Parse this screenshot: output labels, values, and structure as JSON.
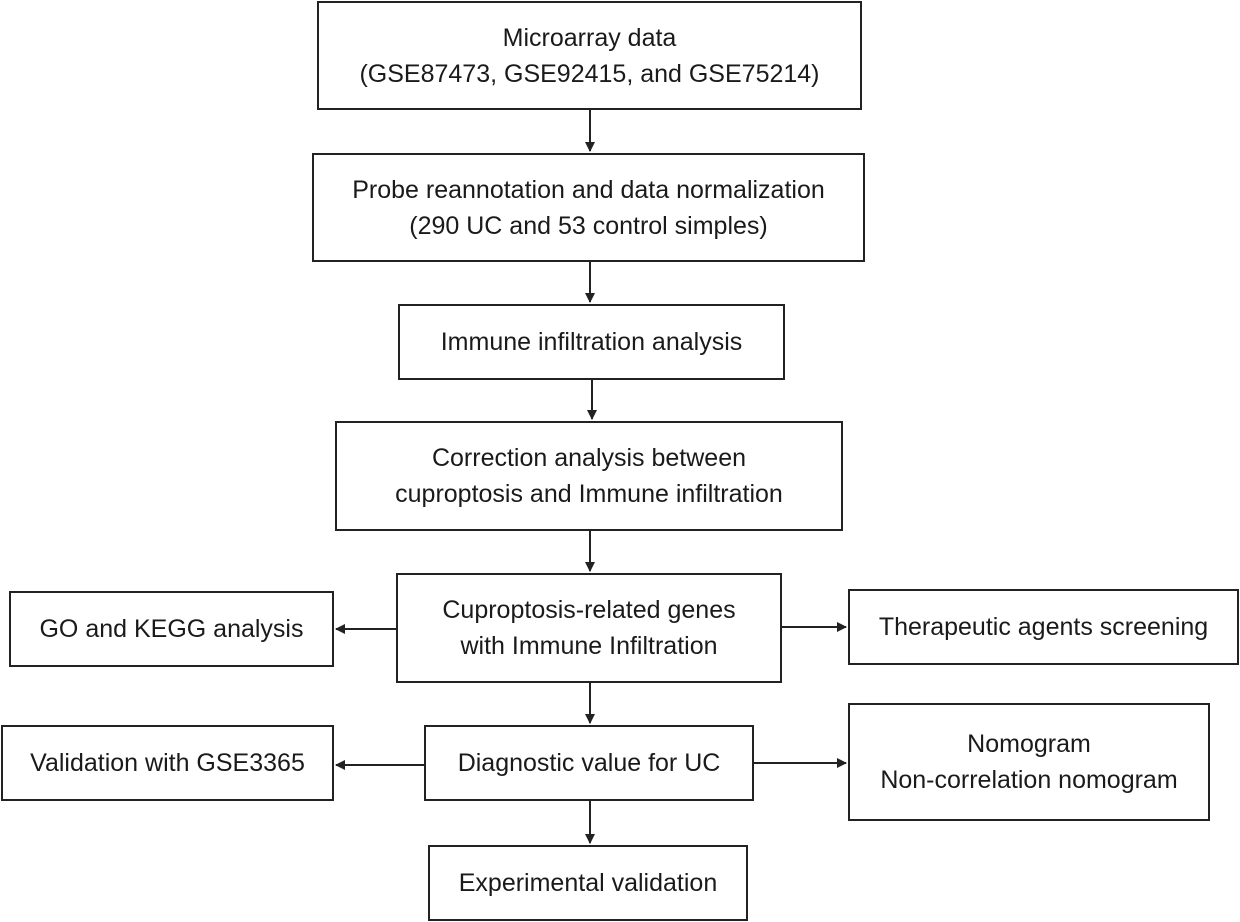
{
  "nodes": {
    "microarray": {
      "line1": "Microarray data",
      "line2": "(GSE87473, GSE92415, and GSE75214)"
    },
    "probe": {
      "line1": "Probe reannotation and data normalization",
      "line2": "(290 UC and 53 control simples)"
    },
    "immune": {
      "line1": "Immune infiltration analysis"
    },
    "correction": {
      "line1": "Correction analysis between",
      "line2": "cuproptosis and Immune infiltration"
    },
    "genes": {
      "line1": "Cuproptosis-related genes",
      "line2": "with Immune Infiltration"
    },
    "go_kegg": {
      "line1": "GO and KEGG analysis"
    },
    "therapeutic": {
      "line1": "Therapeutic agents screening"
    },
    "diagnostic": {
      "line1": "Diagnostic value for UC"
    },
    "validation_gse": {
      "line1": "Validation with GSE3365"
    },
    "nomogram": {
      "line1": "Nomogram",
      "line2": "Non-correlation nomogram"
    },
    "experimental": {
      "line1": "Experimental validation"
    }
  },
  "edges": [
    {
      "from": "microarray",
      "to": "probe"
    },
    {
      "from": "probe",
      "to": "immune"
    },
    {
      "from": "immune",
      "to": "correction"
    },
    {
      "from": "correction",
      "to": "genes"
    },
    {
      "from": "genes",
      "to": "go_kegg"
    },
    {
      "from": "genes",
      "to": "therapeutic"
    },
    {
      "from": "genes",
      "to": "diagnostic"
    },
    {
      "from": "diagnostic",
      "to": "validation_gse"
    },
    {
      "from": "diagnostic",
      "to": "nomogram"
    },
    {
      "from": "diagnostic",
      "to": "experimental"
    }
  ]
}
